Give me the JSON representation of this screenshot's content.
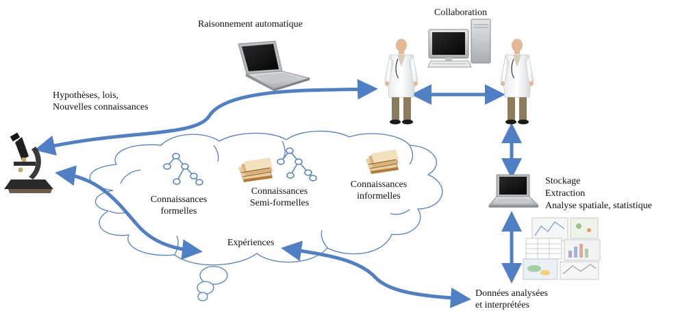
{
  "labels": {
    "raisonnement": "Raisonnement automatique",
    "collaboration": "Collaboration",
    "hypotheses_line1": "Hypothèses, lois,",
    "hypotheses_line2": "Nouvelles connaissances",
    "stockage": "Stockage",
    "extraction": "Extraction",
    "analyse": "Analyse spatiale, statistique",
    "formelles_line1": "Connaissances",
    "formelles_line2": "formelles",
    "semi_line1": "Connaissances",
    "semi_line2": "Semi-formelles",
    "informelles_line1": "Connaissances",
    "informelles_line2": "informelles",
    "experiences": "Expériences",
    "donnees_line1": "Données analysées",
    "donnees_line2": "et interprétées"
  },
  "icons": [
    "laptop-icon",
    "desktop-computer-icon",
    "scientist-icon",
    "microscope-icon",
    "tree-graph-icon",
    "documents-stack-icon",
    "data-charts-icon"
  ],
  "colors": {
    "arrow": "#4f7fc4",
    "cloud_stroke": "#4f7fc4",
    "text": "#111111"
  }
}
